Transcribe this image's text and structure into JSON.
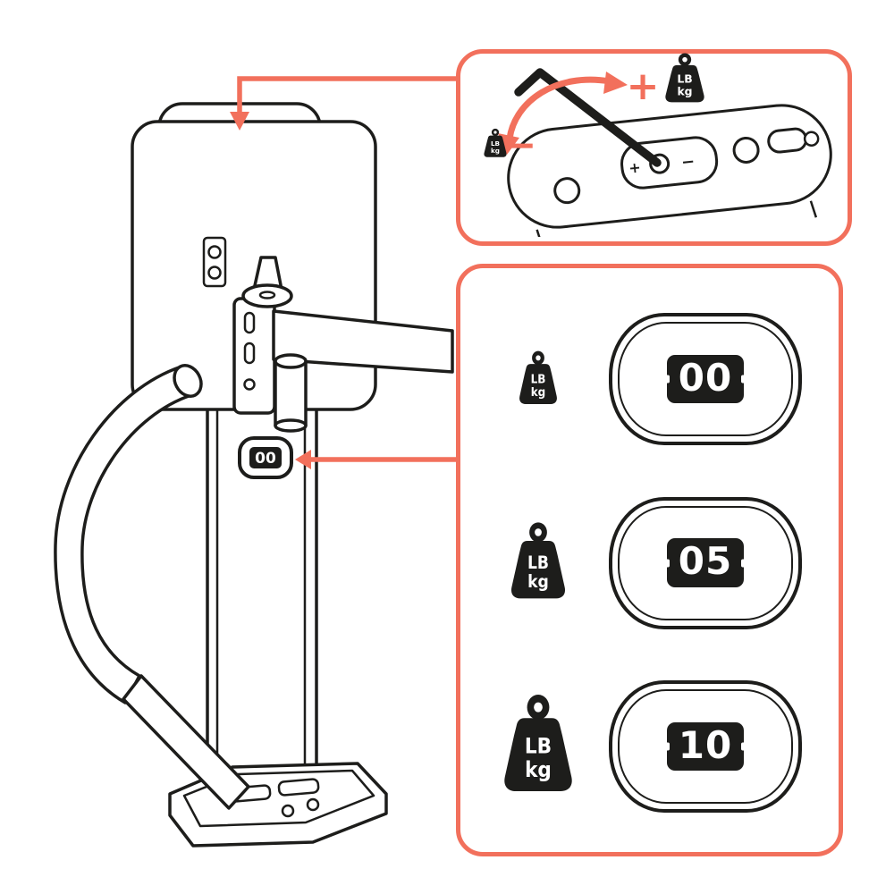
{
  "colors": {
    "accent": "#F2705C",
    "ink": "#1D1D1B",
    "background": "#FFFFFF"
  },
  "weight_label": {
    "lb": "LB",
    "kg": "kg"
  },
  "device": {
    "indicator_value": "00"
  },
  "adjust_callout": {
    "increase_sign": "+",
    "decrease_sign": "−",
    "plate_plus": "+",
    "plate_minus": "−"
  },
  "gauge_callout": {
    "rows": [
      {
        "weight_size": "small",
        "value": "00"
      },
      {
        "weight_size": "medium",
        "value": "05"
      },
      {
        "weight_size": "large",
        "value": "10"
      }
    ]
  }
}
